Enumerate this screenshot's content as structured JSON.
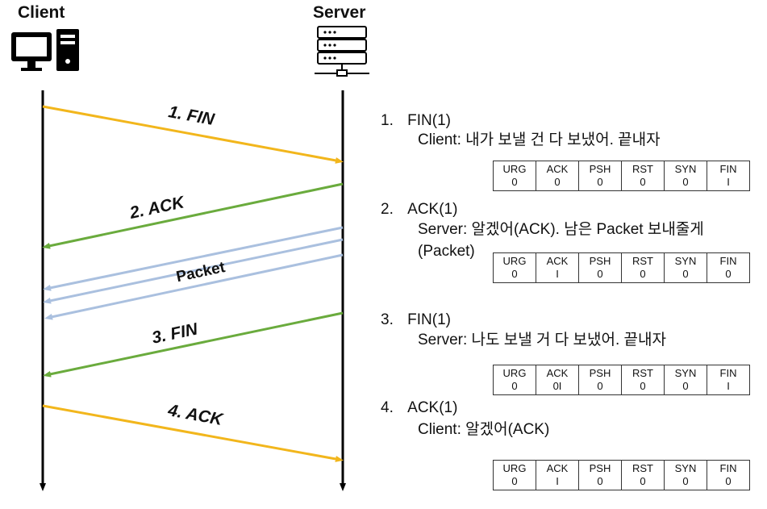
{
  "client_label": "Client",
  "server_label": "Server",
  "arrows": {
    "a1": "1. FIN",
    "a2": "2. ACK",
    "packet": "Packet",
    "a3": "3. FIN",
    "a4": "4. ACK"
  },
  "colors": {
    "yellow": "#f2b61c",
    "green": "#6aab3d",
    "blue": "#aac0df",
    "black": "#000000"
  },
  "icons": [
    "computer-icon",
    "server-icon"
  ],
  "steps": [
    {
      "num": "1.",
      "title": "FIN(1)",
      "lines": [
        "Client: 내가 보낼 건 다 보냈어. 끝내자"
      ],
      "flags": [
        {
          "name": "URG",
          "value": "0"
        },
        {
          "name": "ACK",
          "value": "0"
        },
        {
          "name": "PSH",
          "value": "0"
        },
        {
          "name": "RST",
          "value": "0"
        },
        {
          "name": "SYN",
          "value": "0"
        },
        {
          "name": "FIN",
          "value": "I"
        }
      ]
    },
    {
      "num": "2.",
      "title": "ACK(1)",
      "lines": [
        "Server: 알겠어(ACK). 남은 Packet 보내줄게",
        "(Packet)"
      ],
      "flags": [
        {
          "name": "URG",
          "value": "0"
        },
        {
          "name": "ACK",
          "value": "I"
        },
        {
          "name": "PSH",
          "value": "0"
        },
        {
          "name": "RST",
          "value": "0"
        },
        {
          "name": "SYN",
          "value": "0"
        },
        {
          "name": "FIN",
          "value": "0"
        }
      ]
    },
    {
      "num": "3.",
      "title": "FIN(1)",
      "lines": [
        "Server: 나도 보낼 거 다 보냈어. 끝내자"
      ],
      "flags": [
        {
          "name": "URG",
          "value": "0"
        },
        {
          "name": "ACK",
          "value": "0I"
        },
        {
          "name": "PSH",
          "value": "0"
        },
        {
          "name": "RST",
          "value": "0"
        },
        {
          "name": "SYN",
          "value": "0"
        },
        {
          "name": "FIN",
          "value": "I"
        }
      ]
    },
    {
      "num": "4.",
      "title": "ACK(1)",
      "lines": [
        "Client: 알겠어(ACK)"
      ],
      "flags": [
        {
          "name": "URG",
          "value": "0"
        },
        {
          "name": "ACK",
          "value": "I"
        },
        {
          "name": "PSH",
          "value": "0"
        },
        {
          "name": "RST",
          "value": "0"
        },
        {
          "name": "SYN",
          "value": "0"
        },
        {
          "name": "FIN",
          "value": "0"
        }
      ]
    }
  ]
}
